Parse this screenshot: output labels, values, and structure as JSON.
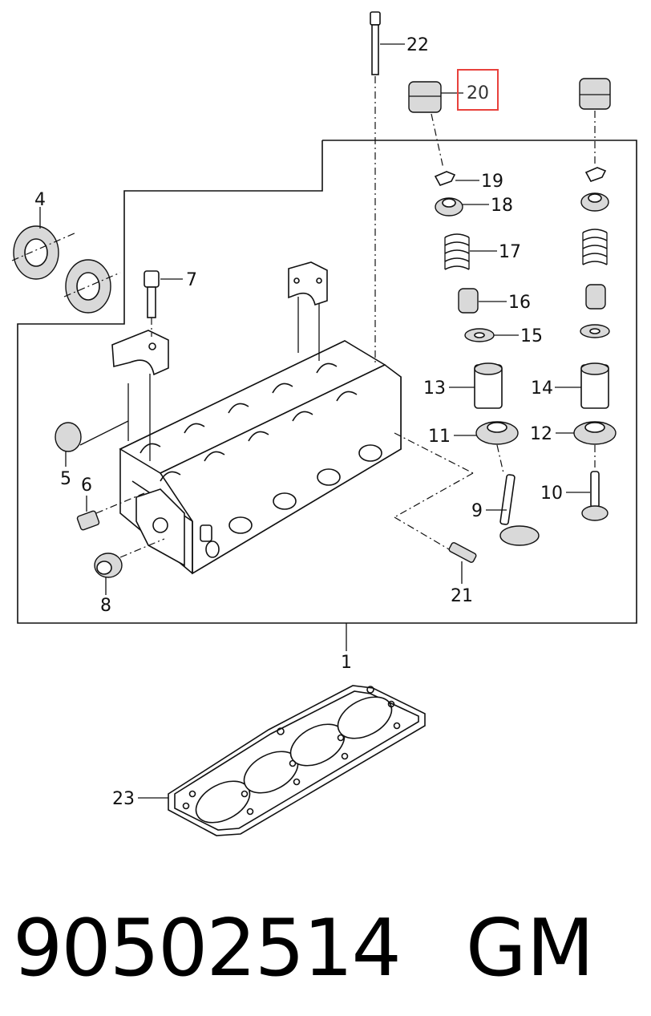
{
  "diagram": {
    "callouts": {
      "c1": "1",
      "c4": "4",
      "c5": "5",
      "c6": "6",
      "c7": "7",
      "c8": "8",
      "c9": "9",
      "c10": "10",
      "c11": "11",
      "c12": "12",
      "c13": "13",
      "c14": "14",
      "c15": "15",
      "c16": "16",
      "c17": "17",
      "c18": "18",
      "c19": "19",
      "c20": "20",
      "c21": "21",
      "c22": "22",
      "c23": "23"
    },
    "highlighted_callout": "20",
    "highlight_color": "#e8413c"
  },
  "footer": {
    "part_number": "90502514",
    "brand": "GM"
  }
}
